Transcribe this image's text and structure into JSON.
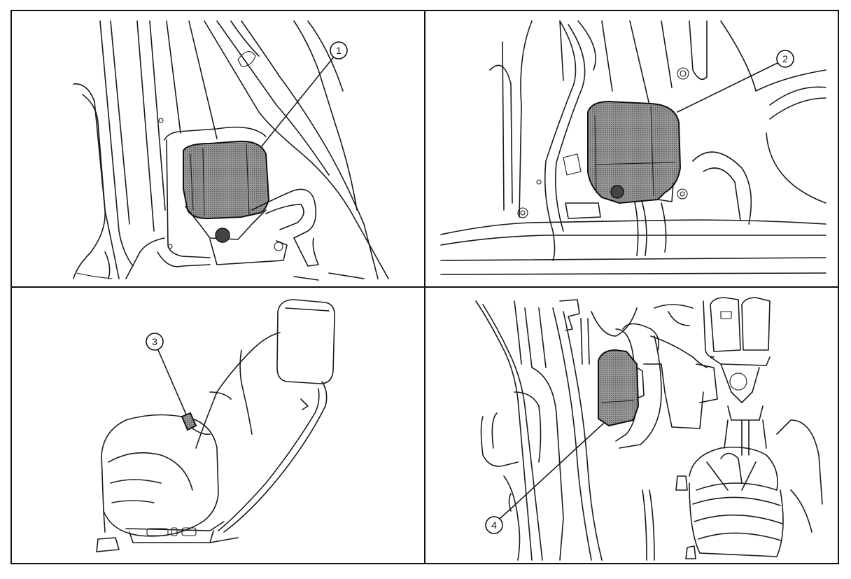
{
  "panels": [
    {
      "id": "top-left",
      "callout": "1"
    },
    {
      "id": "top-right",
      "callout": "2"
    },
    {
      "id": "bottom-left",
      "callout": "3"
    },
    {
      "id": "bottom-right",
      "callout": "4"
    }
  ],
  "colors": {
    "line": "#1a1a1a",
    "background": "#ffffff",
    "part_fill": "#8a8a8a"
  }
}
